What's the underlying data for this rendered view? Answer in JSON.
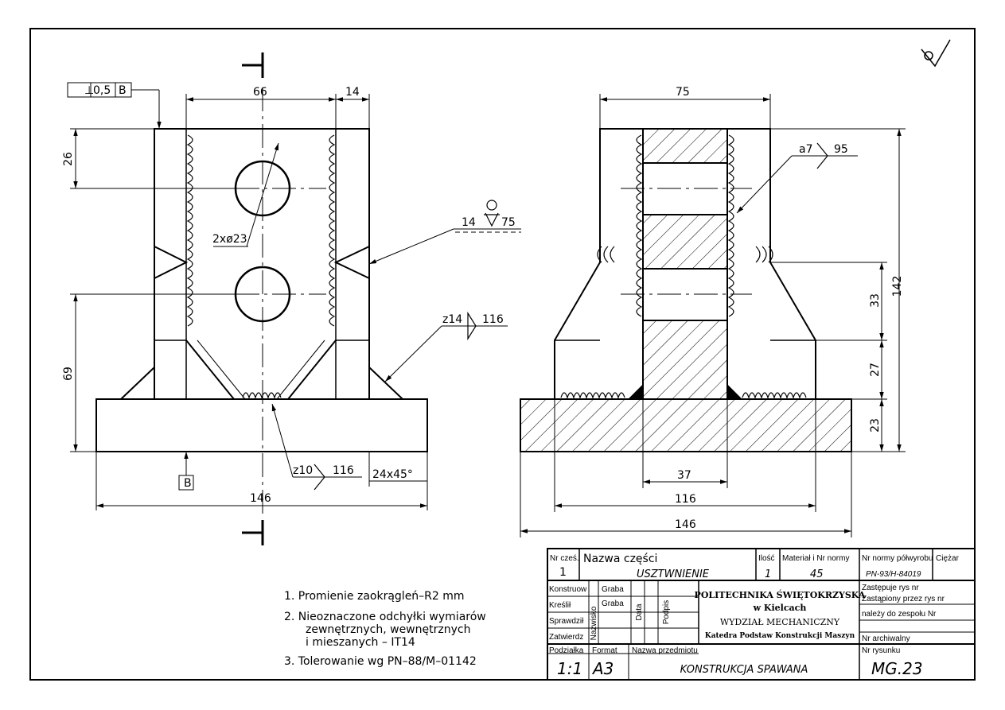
{
  "tolerance_frame": {
    "symbol": "⊥",
    "value": "0,5",
    "datum": "B"
  },
  "datum_label": "B",
  "surface_finish_symbol": "√",
  "front_view": {
    "dims": {
      "top_width": "66",
      "top_right": "14",
      "left_top": "26",
      "left_bottom": "69",
      "holes": "2xø23",
      "base_width": "146",
      "chamfer": "24x45°"
    },
    "welds": {
      "right_upper": {
        "size": "14",
        "length": "75"
      },
      "right_lower": {
        "size": "z14",
        "length": "116"
      },
      "bottom": {
        "size": "z10",
        "length": "116"
      }
    }
  },
  "side_view": {
    "dims": {
      "top_width": "75",
      "total_height": "142",
      "h1": "33",
      "h2": "27",
      "h3": "23",
      "core_width": "37",
      "mid_width": "116",
      "base_width": "146"
    },
    "weld": {
      "size": "a7",
      "length": "95"
    }
  },
  "notes": [
    "1. Promienie zaokrągleń–R2 mm",
    "2. Nieoznaczone odchyłki wymiarów",
    "zewnętrznych, wewnętrznych",
    "i mieszanych – IT14",
    "3. Tolerowanie wg PN–88/M–01142"
  ],
  "title_block": {
    "nr_czesci_label": "Nr cześ.",
    "nr_czesci": "1",
    "nazwa_czesci_label": "Nazwa części",
    "nazwa_czesci": "USZTWNIENIE",
    "ilosc_label": "Ilość",
    "ilosc": "1",
    "material_label": "Materiał i Nr normy",
    "material": "45",
    "norma_polwyrobu_label": "Nr normy półwyrobu",
    "norma_polwyrobu": "PN-93/H-84019",
    "ciezar_label": "Ciężar",
    "role_konstruowal": "Konstruow",
    "role_kreslil": "Kreślił",
    "role_sprawdzil": "Sprawdził",
    "role_zatwierdzil": "Zatwierdz",
    "name_1": "Graba",
    "name_2": "Graba",
    "nazwisko": "Nazwisko",
    "data": "Data",
    "podpis": "Podpis",
    "university": "POLITECHNIKA ŚWIĘTOKRZYSKA",
    "city": "w Kielcach",
    "faculty": "WYDZIAŁ MECHANICZNY",
    "department": "Katedra Podstaw Konstrukcji Maszyn",
    "zastepuje": "Zastępuje rys nr",
    "zastapiony": "Zastąpiony przez rys nr",
    "nalezy": "należy do zespołu Nr",
    "nr_archiwalny": "Nr archiwalny",
    "podzialka_label": "Podziałka",
    "podzialka": "1:1",
    "format_label": "Format",
    "format": "A3",
    "przedmiot_label": "Nazwa przedmiotu",
    "przedmiot": "KONSTRUKCJA SPAWANA",
    "nr_rysunku_label": "Nr rysunku",
    "nr_rysunku": "MG.23"
  }
}
